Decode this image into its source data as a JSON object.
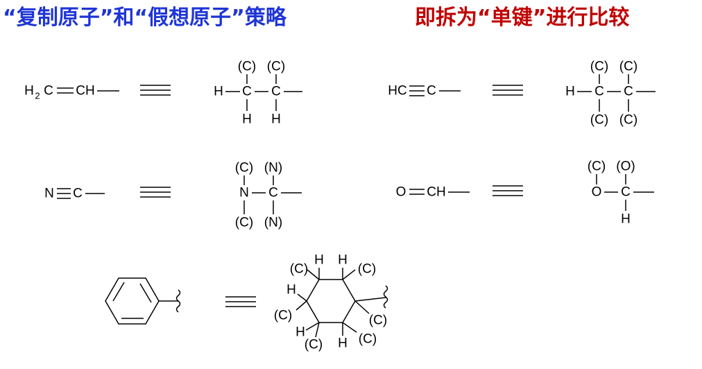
{
  "titles": {
    "left": "“复制原子”和“假想原子”策略",
    "right": "即拆为“单键”进行比较",
    "left_color": "#1f35d6",
    "right_color": "#c00000"
  },
  "labels": {
    "C": "C",
    "H": "H",
    "N": "N",
    "O": "O",
    "H2": "2",
    "HC": "HC",
    "CH": "CH",
    "dup_C": "(C)",
    "dup_N": "(N)",
    "dup_O": "(O)"
  },
  "equiv_symbol": "≡",
  "colors": {
    "ink": "#000000",
    "background": "#ffffff"
  }
}
